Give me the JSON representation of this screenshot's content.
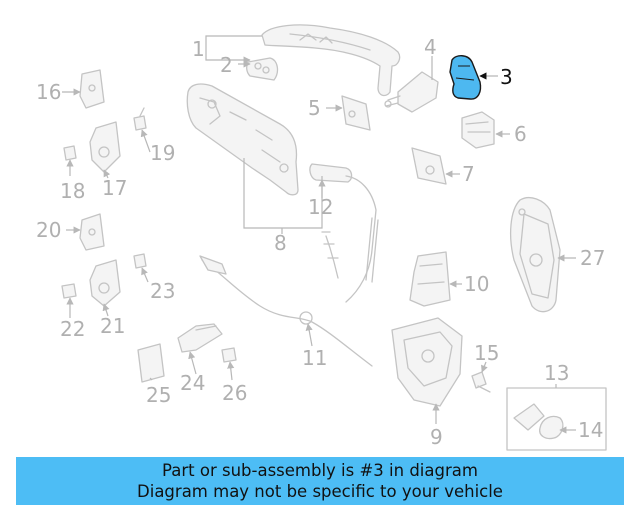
{
  "callouts": [
    "1",
    "2",
    "3",
    "4",
    "5",
    "6",
    "7",
    "8",
    "9",
    "10",
    "11",
    "12",
    "13",
    "14",
    "15",
    "16",
    "17",
    "18",
    "19",
    "20",
    "21",
    "22",
    "23",
    "24",
    "25",
    "26",
    "27"
  ],
  "highlight": {
    "part_number": "3",
    "color": "#4db8f0"
  },
  "banner": {
    "line1": "Part or sub-assembly is #3 in diagram",
    "line2": "Diagram may not be specific to your vehicle",
    "color": "#4dbdf5"
  }
}
